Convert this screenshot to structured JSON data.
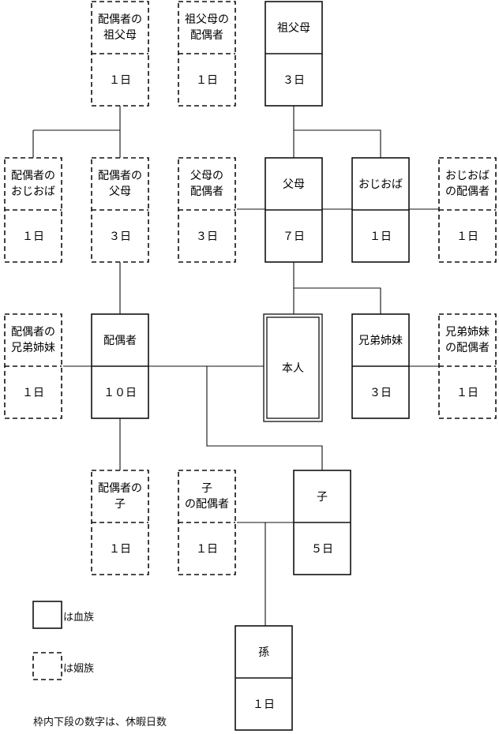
{
  "legend": {
    "blood": "は血族",
    "marriage": "は姻族"
  },
  "note": "枠内下段の数字は、休暇日数",
  "persons": [
    {
      "id": "spouse-grandparents",
      "kind": "marriage",
      "label": [
        "配偶者の",
        "祖父母"
      ],
      "days": "１日"
    },
    {
      "id": "grandparents-spouse",
      "kind": "marriage",
      "label": [
        "祖父母の",
        "配偶者"
      ],
      "days": "１日"
    },
    {
      "id": "grandparents",
      "kind": "blood",
      "label": [
        "祖父母"
      ],
      "days": "３日"
    },
    {
      "id": "spouse-aunt-uncle",
      "kind": "marriage",
      "label": [
        "配偶者の",
        "おじおば"
      ],
      "days": "１日"
    },
    {
      "id": "spouse-parents",
      "kind": "marriage",
      "label": [
        "配偶者の",
        "父母"
      ],
      "days": "３日"
    },
    {
      "id": "parents-spouse",
      "kind": "marriage",
      "label": [
        "父母の",
        "配偶者"
      ],
      "days": "３日"
    },
    {
      "id": "parents",
      "kind": "blood",
      "label": [
        "父母"
      ],
      "days": "７日"
    },
    {
      "id": "aunt-uncle",
      "kind": "blood",
      "label": [
        "おじおば"
      ],
      "days": "１日"
    },
    {
      "id": "aunt-uncle-spouse",
      "kind": "marriage",
      "label": [
        "おじおば",
        "の配偶者"
      ],
      "days": "１日"
    },
    {
      "id": "spouse-siblings",
      "kind": "marriage",
      "label": [
        "配偶者の",
        "兄弟姉妹"
      ],
      "days": "１日"
    },
    {
      "id": "spouse",
      "kind": "blood",
      "label": [
        "配偶者"
      ],
      "days": "１０日"
    },
    {
      "id": "self",
      "kind": "self",
      "label": [
        "本人"
      ]
    },
    {
      "id": "siblings",
      "kind": "blood",
      "label": [
        "兄弟姉妹"
      ],
      "days": "３日"
    },
    {
      "id": "siblings-spouse",
      "kind": "marriage",
      "label": [
        "兄弟姉妹",
        "の配偶者"
      ],
      "days": "１日"
    },
    {
      "id": "spouse-child",
      "kind": "marriage",
      "label": [
        "配偶者の",
        "子"
      ],
      "days": "１日"
    },
    {
      "id": "child-spouse",
      "kind": "marriage",
      "label": [
        "子",
        "の配偶者"
      ],
      "days": "１日"
    },
    {
      "id": "child",
      "kind": "blood",
      "label": [
        "子"
      ],
      "days": "５日"
    },
    {
      "id": "grandchild",
      "kind": "blood",
      "label": [
        "孫"
      ],
      "days": "１日"
    }
  ]
}
